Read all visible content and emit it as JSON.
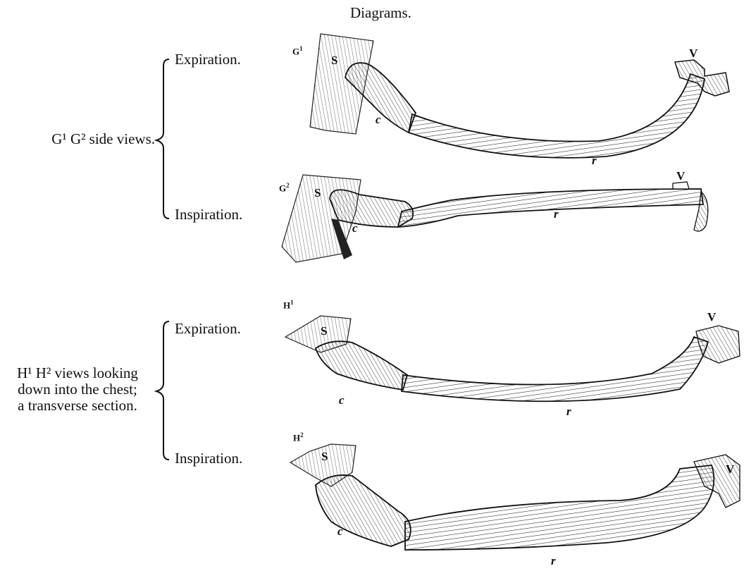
{
  "title": "Diagrams.",
  "groups": [
    {
      "label_lines": [
        "G¹ G² side views."
      ],
      "brace_labels": [
        "Expiration.",
        "Inspiration."
      ]
    },
    {
      "label_lines": [
        "H¹ H² views looking",
        "down into the chest;",
        "a transverse section."
      ],
      "brace_labels": [
        "Expiration.",
        "Inspiration."
      ]
    }
  ],
  "figures": [
    {
      "id": "G",
      "sup": "1",
      "parts": {
        "sternum": "S",
        "cartilage": "c",
        "rib": "r",
        "vertebra": "V"
      }
    },
    {
      "id": "G",
      "sup": "2",
      "parts": {
        "sternum": "S",
        "cartilage": "c",
        "rib": "r",
        "vertebra": "V"
      }
    },
    {
      "id": "H",
      "sup": "1",
      "parts": {
        "sternum": "S",
        "cartilage": "c",
        "rib": "r",
        "vertebra": "V"
      }
    },
    {
      "id": "H",
      "sup": "2",
      "parts": {
        "sternum": "S",
        "cartilage": "c",
        "rib": "r",
        "vertebra": "V"
      }
    }
  ]
}
